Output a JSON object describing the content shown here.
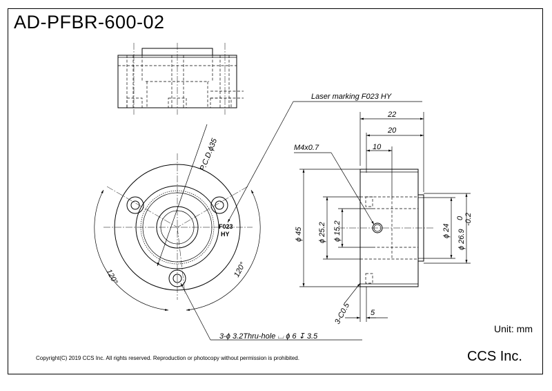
{
  "drawing": {
    "title": "AD-PFBR-600-02",
    "unit": "Unit: mm",
    "company": "CCS Inc.",
    "copyright": "Copyright(C) 2019 CCS Inc. All rights reserved. Reproduction or photocopy without permission is prohibited."
  },
  "annotations": {
    "laser_marking": "Laser marking F023 HY",
    "pcd": "P.C.D.ϕ35",
    "angle_left": "120°",
    "angle_right": "120°",
    "hole_note": "3-ϕ 3.2Thru-hole ⌴ ϕ 6 ↧ 3.5",
    "marking_line1": "F023",
    "marking_line2": "HY"
  },
  "dimensions": {
    "d22": "22",
    "d20": "20",
    "d10": "10",
    "thread": "M4x0.7",
    "dia45": "ϕ 45",
    "dia25_2": "ϕ 25.2",
    "dia15_2": "ϕ 15.2",
    "dia24": "ϕ 24",
    "dia26_9": "ϕ 26.9",
    "tol_upper": "0",
    "tol_lower": "-0.2",
    "chamfer": "3-C0.5",
    "d5": "5"
  }
}
